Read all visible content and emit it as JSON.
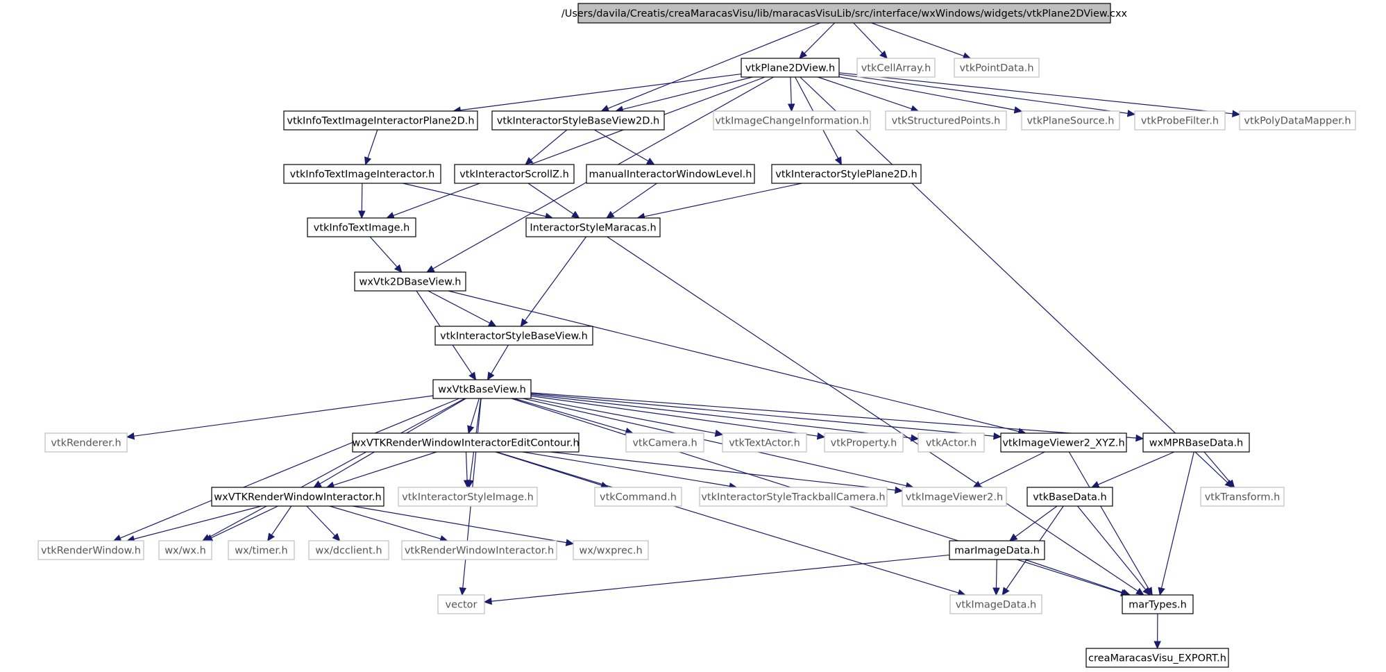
{
  "diagram": {
    "title": "/Users/davila/Creatis/creaMaracasVisu/lib/maracasVisuLib/src/interface/wxWindows/widgets/vtkPlane2DView.cxx",
    "colors": {
      "edge": "#1a1a6e",
      "root_fill": "#bfbfbf",
      "documented_border": "#000000",
      "external_border": "#bdbdbd",
      "external_text": "#555555"
    },
    "nodes": [
      {
        "id": "root",
        "label": "/Users/davila/Creatis/creaMaracasVisu/lib/maracasVisuLib/src/interface/wxWindows/widgets/vtkPlane2DView.cxx",
        "kind": "root"
      },
      {
        "id": "vtkPlane2DView",
        "label": "vtkPlane2DView.h",
        "kind": "documented"
      },
      {
        "id": "vtkCellArray",
        "label": "vtkCellArray.h",
        "kind": "external"
      },
      {
        "id": "vtkPointData",
        "label": "vtkPointData.h",
        "kind": "external"
      },
      {
        "id": "vtkInfoTextImageInteractorPlane2D",
        "label": "vtkInfoTextImageInteractorPlane2D.h",
        "kind": "documented"
      },
      {
        "id": "vtkInteractorStyleBaseView2D",
        "label": "vtkInteractorStyleBaseView2D.h",
        "kind": "documented"
      },
      {
        "id": "vtkImageChangeInformation",
        "label": "vtkImageChangeInformation.h",
        "kind": "external"
      },
      {
        "id": "vtkStructuredPoints",
        "label": "vtkStructuredPoints.h",
        "kind": "external"
      },
      {
        "id": "vtkPlaneSource",
        "label": "vtkPlaneSource.h",
        "kind": "external"
      },
      {
        "id": "vtkProbeFilter",
        "label": "vtkProbeFilter.h",
        "kind": "external"
      },
      {
        "id": "vtkPolyDataMapper",
        "label": "vtkPolyDataMapper.h",
        "kind": "external"
      },
      {
        "id": "vtkInfoTextImageInteractor",
        "label": "vtkInfoTextImageInteractor.h",
        "kind": "documented"
      },
      {
        "id": "vtkInteractorScrollZ",
        "label": "vtkInteractorScrollZ.h",
        "kind": "documented"
      },
      {
        "id": "manualInteractorWindowLevel",
        "label": "manualInteractorWindowLevel.h",
        "kind": "documented"
      },
      {
        "id": "vtkInteractorStylePlane2D",
        "label": "vtkInteractorStylePlane2D.h",
        "kind": "documented"
      },
      {
        "id": "vtkInfoTextImage",
        "label": "vtkInfoTextImage.h",
        "kind": "documented"
      },
      {
        "id": "InteractorStyleMaracas",
        "label": "InteractorStyleMaracas.h",
        "kind": "documented"
      },
      {
        "id": "wxVtk2DBaseView",
        "label": "wxVtk2DBaseView.h",
        "kind": "documented"
      },
      {
        "id": "vtkInteractorStyleBaseView",
        "label": "vtkInteractorStyleBaseView.h",
        "kind": "documented"
      },
      {
        "id": "wxVtkBaseView",
        "label": "wxVtkBaseView.h",
        "kind": "documented"
      },
      {
        "id": "vtkRenderer",
        "label": "vtkRenderer.h",
        "kind": "external"
      },
      {
        "id": "wxVTKRenderWindowInteractorEditContour",
        "label": "wxVTKRenderWindowInteractorEditContour.h",
        "kind": "documented"
      },
      {
        "id": "vtkCamera",
        "label": "vtkCamera.h",
        "kind": "external"
      },
      {
        "id": "vtkTextActor",
        "label": "vtkTextActor.h",
        "kind": "external"
      },
      {
        "id": "vtkProperty",
        "label": "vtkProperty.h",
        "kind": "external"
      },
      {
        "id": "vtkActor",
        "label": "vtkActor.h",
        "kind": "external"
      },
      {
        "id": "vtkImageViewer2_XYZ",
        "label": "vtkImageViewer2_XYZ.h",
        "kind": "documented"
      },
      {
        "id": "wxMPRBaseData",
        "label": "wxMPRBaseData.h",
        "kind": "documented"
      },
      {
        "id": "wxVTKRenderWindowInteractor",
        "label": "wxVTKRenderWindowInteractor.h",
        "kind": "documented"
      },
      {
        "id": "vtkInteractorStyleImage",
        "label": "vtkInteractorStyleImage.h",
        "kind": "external"
      },
      {
        "id": "vtkCommand",
        "label": "vtkCommand.h",
        "kind": "external"
      },
      {
        "id": "vtkInteractorStyleTrackballCamera",
        "label": "vtkInteractorStyleTrackballCamera.h",
        "kind": "external"
      },
      {
        "id": "vtkImageViewer2",
        "label": "vtkImageViewer2.h",
        "kind": "external"
      },
      {
        "id": "vtkBaseData",
        "label": "vtkBaseData.h",
        "kind": "documented"
      },
      {
        "id": "vtkTransform",
        "label": "vtkTransform.h",
        "kind": "external"
      },
      {
        "id": "vtkRenderWindow",
        "label": "vtkRenderWindow.h",
        "kind": "external"
      },
      {
        "id": "wxwx",
        "label": "wx/wx.h",
        "kind": "external"
      },
      {
        "id": "wxtimer",
        "label": "wx/timer.h",
        "kind": "external"
      },
      {
        "id": "wxdcclient",
        "label": "wx/dcclient.h",
        "kind": "external"
      },
      {
        "id": "vtkRenderWindowInteractor",
        "label": "vtkRenderWindowInteractor.h",
        "kind": "external"
      },
      {
        "id": "wxwxprec",
        "label": "wx/wxprec.h",
        "kind": "external"
      },
      {
        "id": "marImageData",
        "label": "marImageData.h",
        "kind": "documented"
      },
      {
        "id": "vector",
        "label": "vector",
        "kind": "external"
      },
      {
        "id": "vtkImageData",
        "label": "vtkImageData.h",
        "kind": "external"
      },
      {
        "id": "marTypes",
        "label": "marTypes.h",
        "kind": "documented"
      },
      {
        "id": "creaMaracasVisu_EXPORT",
        "label": "creaMaracasVisu_EXPORT.h",
        "kind": "documented"
      }
    ],
    "edges": [
      [
        "root",
        "vtkPlane2DView"
      ],
      [
        "root",
        "vtkCellArray"
      ],
      [
        "root",
        "vtkPointData"
      ],
      [
        "root",
        "vtkInteractorStyleBaseView2D"
      ],
      [
        "vtkPlane2DView",
        "vtkInfoTextImageInteractorPlane2D"
      ],
      [
        "vtkPlane2DView",
        "vtkInteractorStyleBaseView2D"
      ],
      [
        "vtkPlane2DView",
        "vtkImageChangeInformation"
      ],
      [
        "vtkPlane2DView",
        "vtkStructuredPoints"
      ],
      [
        "vtkPlane2DView",
        "vtkPlaneSource"
      ],
      [
        "vtkPlane2DView",
        "vtkProbeFilter"
      ],
      [
        "vtkPlane2DView",
        "vtkPolyDataMapper"
      ],
      [
        "vtkPlane2DView",
        "vtkInteractorStylePlane2D"
      ],
      [
        "vtkPlane2DView",
        "vtkInfoTextImage"
      ],
      [
        "vtkPlane2DView",
        "wxVtk2DBaseView"
      ],
      [
        "vtkPlane2DView",
        "vtkTransform"
      ],
      [
        "vtkInfoTextImageInteractorPlane2D",
        "vtkInfoTextImageInteractor"
      ],
      [
        "vtkInteractorStyleBaseView2D",
        "vtkInteractorScrollZ"
      ],
      [
        "vtkInteractorStyleBaseView2D",
        "manualInteractorWindowLevel"
      ],
      [
        "vtkInfoTextImageInteractor",
        "vtkInfoTextImage"
      ],
      [
        "vtkInfoTextImageInteractor",
        "InteractorStyleMaracas"
      ],
      [
        "vtkInteractorScrollZ",
        "InteractorStyleMaracas"
      ],
      [
        "manualInteractorWindowLevel",
        "InteractorStyleMaracas"
      ],
      [
        "vtkInteractorStylePlane2D",
        "InteractorStyleMaracas"
      ],
      [
        "vtkInfoTextImage",
        "wxVtk2DBaseView"
      ],
      [
        "InteractorStyleMaracas",
        "vtkInteractorStyleBaseView"
      ],
      [
        "InteractorStyleMaracas",
        "marTypes"
      ],
      [
        "wxVtk2DBaseView",
        "vtkInteractorStyleBaseView"
      ],
      [
        "wxVtk2DBaseView",
        "wxVtkBaseView"
      ],
      [
        "wxVtk2DBaseView",
        "vtkImageViewer2_XYZ"
      ],
      [
        "vtkInteractorStyleBaseView",
        "wxVtkBaseView"
      ],
      [
        "wxVtkBaseView",
        "vtkRenderer"
      ],
      [
        "wxVtkBaseView",
        "wxVTKRenderWindowInteractorEditContour"
      ],
      [
        "wxVtkBaseView",
        "vtkCamera"
      ],
      [
        "wxVtkBaseView",
        "vtkTextActor"
      ],
      [
        "wxVtkBaseView",
        "vtkProperty"
      ],
      [
        "wxVtkBaseView",
        "vtkActor"
      ],
      [
        "wxVtkBaseView",
        "vtkImageViewer2_XYZ"
      ],
      [
        "wxVtkBaseView",
        "wxMPRBaseData"
      ],
      [
        "wxVtkBaseView",
        "wxVTKRenderWindowInteractor"
      ],
      [
        "wxVtkBaseView",
        "vtkInteractorStyleImage"
      ],
      [
        "wxVtkBaseView",
        "vtkImageViewer2"
      ],
      [
        "wxVtkBaseView",
        "vtkRenderWindow"
      ],
      [
        "wxVtkBaseView",
        "wxwx"
      ],
      [
        "wxVtkBaseView",
        "vector"
      ],
      [
        "wxVtkBaseView",
        "marTypes"
      ],
      [
        "wxVTKRenderWindowInteractorEditContour",
        "wxVTKRenderWindowInteractor"
      ],
      [
        "wxVTKRenderWindowInteractorEditContour",
        "vtkInteractorStyleImage"
      ],
      [
        "wxVTKRenderWindowInteractorEditContour",
        "vtkCommand"
      ],
      [
        "wxVTKRenderWindowInteractorEditContour",
        "vtkInteractorStyleTrackballCamera"
      ],
      [
        "wxVTKRenderWindowInteractorEditContour",
        "vtkImageViewer2"
      ],
      [
        "wxVTKRenderWindowInteractorEditContour",
        "vtkImageData"
      ],
      [
        "vtkImageViewer2_XYZ",
        "vtkImageViewer2"
      ],
      [
        "vtkImageViewer2_XYZ",
        "marTypes"
      ],
      [
        "wxMPRBaseData",
        "vtkBaseData"
      ],
      [
        "wxMPRBaseData",
        "vtkTransform"
      ],
      [
        "wxMPRBaseData",
        "marTypes"
      ],
      [
        "wxVTKRenderWindowInteractor",
        "vtkRenderWindow"
      ],
      [
        "wxVTKRenderWindowInteractor",
        "wxwx"
      ],
      [
        "wxVTKRenderWindowInteractor",
        "wxtimer"
      ],
      [
        "wxVTKRenderWindowInteractor",
        "wxdcclient"
      ],
      [
        "wxVTKRenderWindowInteractor",
        "vtkRenderWindowInteractor"
      ],
      [
        "wxVTKRenderWindowInteractor",
        "wxwxprec"
      ],
      [
        "vtkBaseData",
        "marImageData"
      ],
      [
        "vtkBaseData",
        "vtkImageData"
      ],
      [
        "vtkBaseData",
        "marTypes"
      ],
      [
        "marImageData",
        "vector"
      ],
      [
        "marImageData",
        "vtkImageData"
      ],
      [
        "marImageData",
        "marTypes"
      ],
      [
        "marTypes",
        "creaMaracasVisu_EXPORT"
      ]
    ]
  }
}
